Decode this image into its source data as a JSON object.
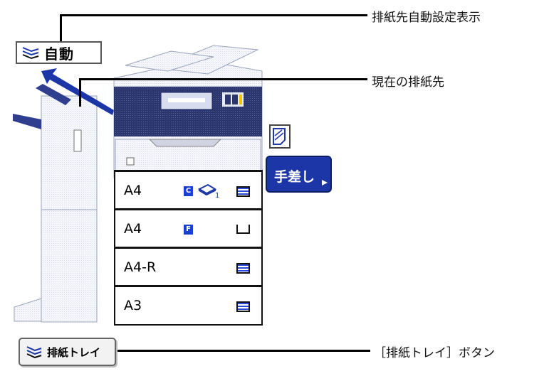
{
  "callouts": {
    "auto_display": "排紙先自動設定表示",
    "current_exit": "現在の排紙先",
    "exit_tray_button": "［排紙トレイ］ボタン"
  },
  "auto_box": {
    "icon": "tray-lines-icon",
    "label": "自動"
  },
  "manual_feed": {
    "label": "手差し",
    "icon": "triangle-right-icon",
    "paper_icon": "paper-sheet-icon"
  },
  "trays": [
    {
      "size": "A4",
      "badge": "C",
      "extra_icon": "tray-1-icon",
      "extra_label": "1",
      "status": "full"
    },
    {
      "size": "A4",
      "badge": "F",
      "status": "empty"
    },
    {
      "size": "A4-R",
      "status": "full"
    },
    {
      "size": "A3",
      "status": "full"
    }
  ],
  "exit_tray_button": {
    "icon": "tray-lines-icon",
    "label": "排紙トレイ"
  },
  "colors": {
    "accent_blue": "#1c36a8",
    "badge_blue": "#1a3fd6"
  }
}
